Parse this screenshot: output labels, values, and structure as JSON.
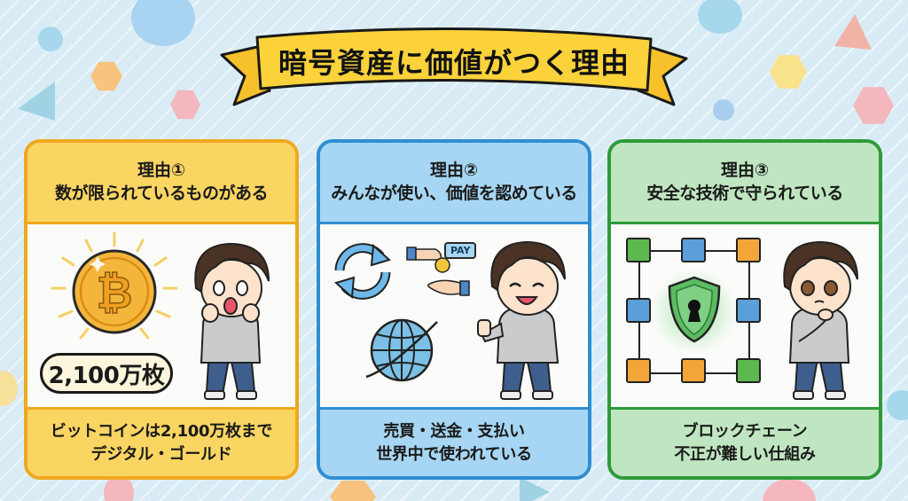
{
  "title": "暗号資産に価値がつく理由",
  "colors": {
    "background": "#d9ecf6",
    "ribbon": "#fcd23a",
    "card1_accent": "#f0a81f",
    "card1_fill": "#fbd562",
    "card2_accent": "#2f8ed3",
    "card2_fill": "#a6d6f3",
    "card3_accent": "#2f9a3a",
    "card3_fill": "#bfe6c0"
  },
  "cards": [
    {
      "number": "理由①",
      "heading": "数が限られているものがある",
      "illustration": {
        "icons": [
          "bitcoin-coin-icon",
          "surprised-boy-character"
        ],
        "bubble_text": "2,100万枚"
      },
      "footer": [
        "ビットコインは2,100万枚まで",
        "デジタル・ゴールド"
      ]
    },
    {
      "number": "理由②",
      "heading": "みんなが使い、価値を認めている",
      "illustration": {
        "icons": [
          "exchange-arrows-icon",
          "payment-hands-icon",
          "globe-icon",
          "thumbs-up-boy-character"
        ],
        "pay_label": "PAY"
      },
      "footer": [
        "売買・送金・支払い",
        "世界中で使われている"
      ]
    },
    {
      "number": "理由③",
      "heading": "安全な技術で守られている",
      "illustration": {
        "icons": [
          "blockchain-network-icon",
          "shield-lock-icon",
          "thinking-boy-character"
        ]
      },
      "footer": [
        "ブロックチェーン",
        "不正が難しい仕組み"
      ]
    }
  ]
}
